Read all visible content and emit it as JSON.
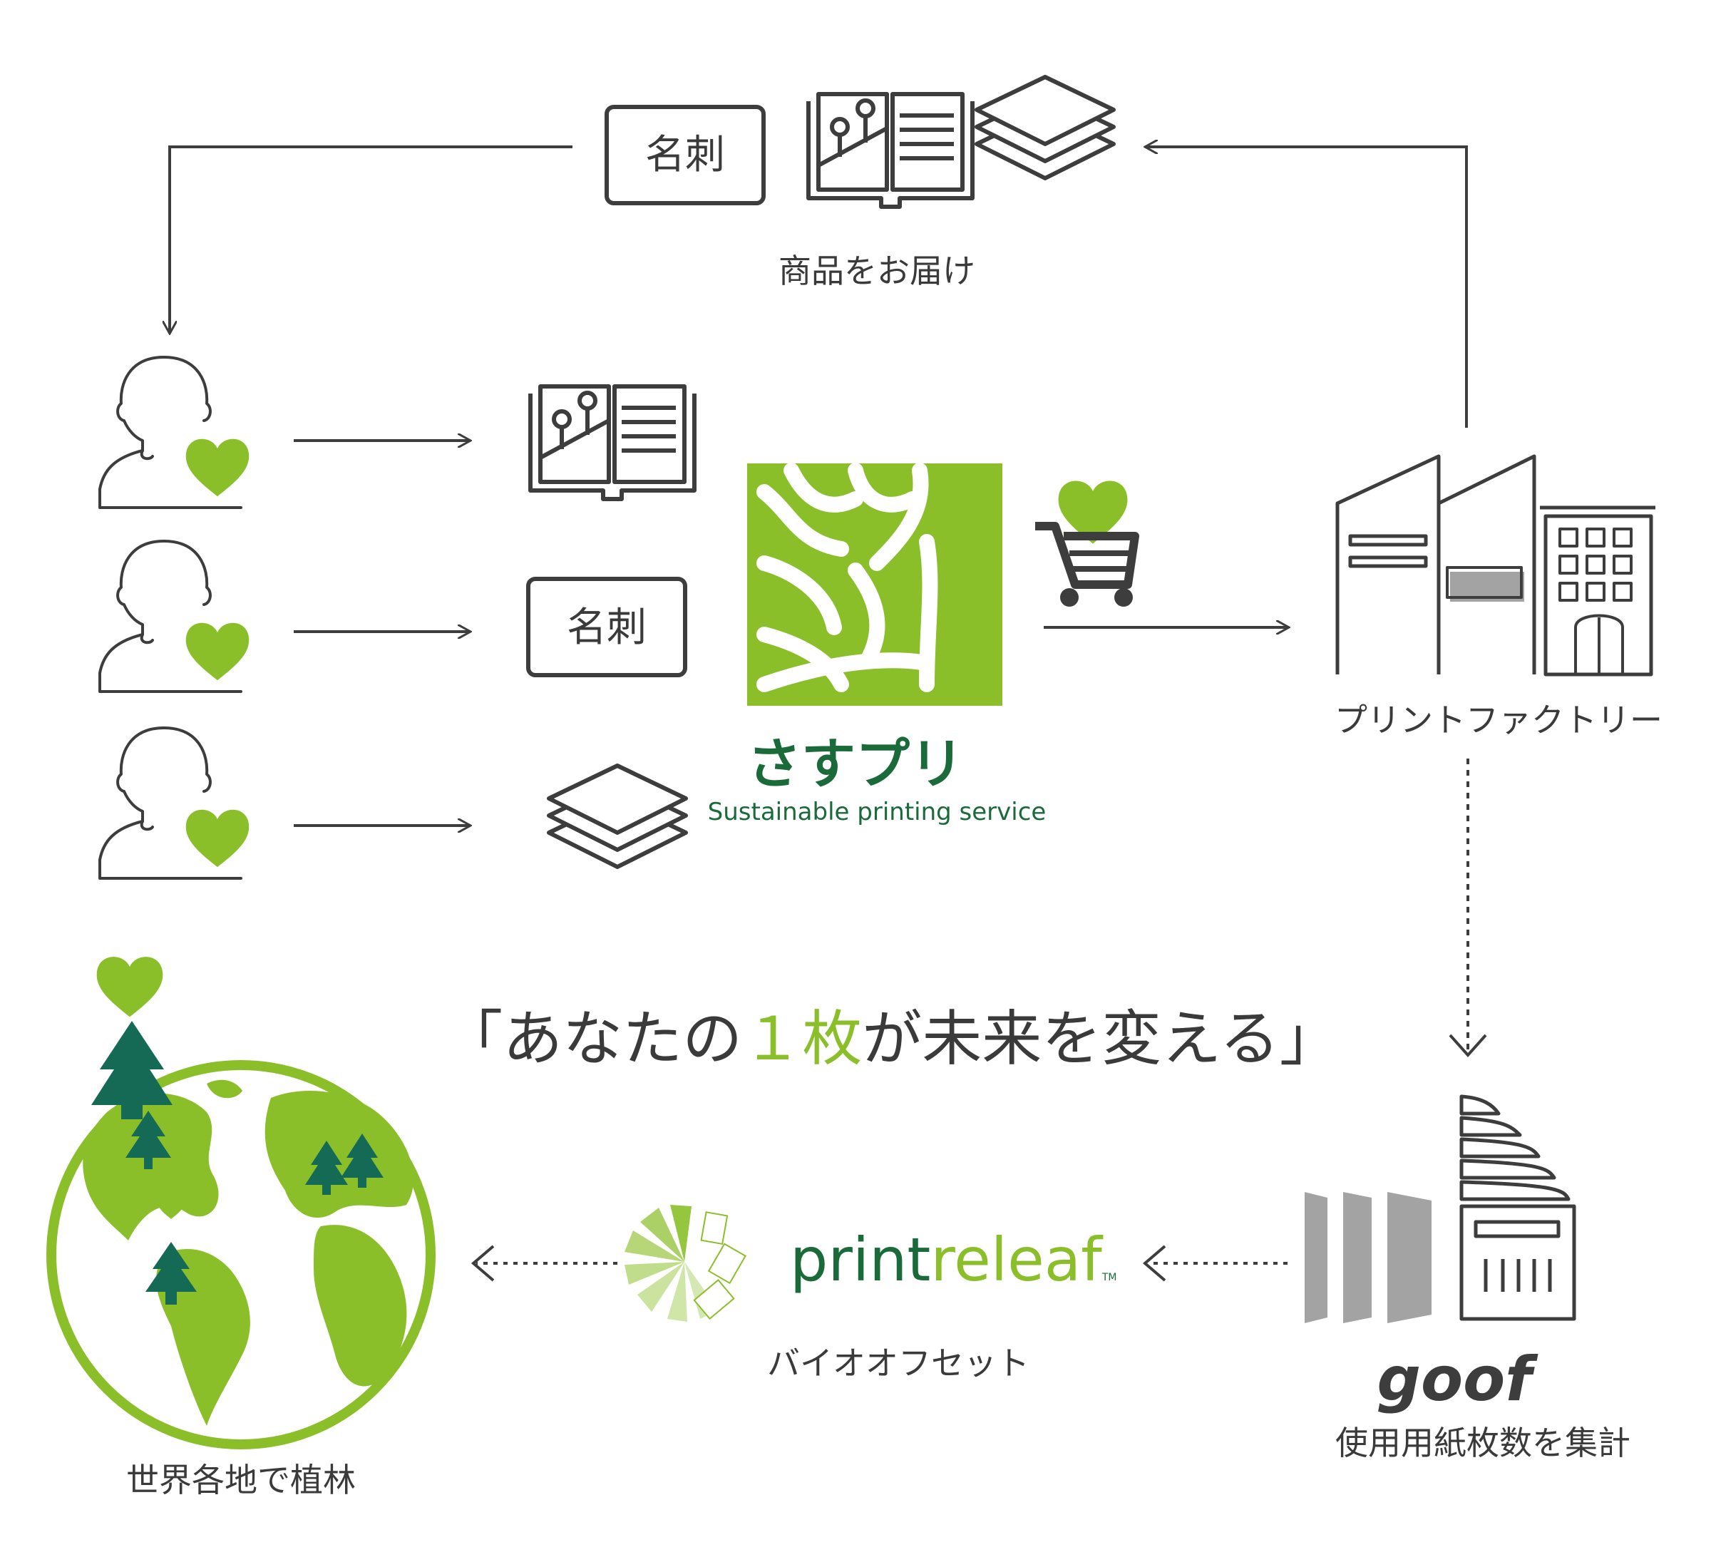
{
  "colors": {
    "line": "#3d3d3d",
    "green": "#8bbf2a",
    "dark_green": "#1b6b3a",
    "tree_green": "#156a56",
    "gray": "#a3a3a3",
    "text": "#3a3a3a"
  },
  "delivery": {
    "card_label": "名刺",
    "caption": "商品をお届け",
    "icons": [
      "business-card-icon",
      "catalog-book-icon",
      "paper-stack-icon"
    ]
  },
  "customers": [
    {
      "icon": "customer-heart-icon",
      "product": "catalog-book-icon"
    },
    {
      "icon": "customer-heart-icon",
      "product": "business-card-icon",
      "product_label": "名刺"
    },
    {
      "icon": "customer-heart-icon",
      "product": "paper-stack-icon"
    }
  ],
  "brand": {
    "name": "さすプリ",
    "tagline": "Sustainable printing service",
    "icon": "sasupuri-logo-icon"
  },
  "cart": {
    "icon": "shopping-cart-heart-icon"
  },
  "factory": {
    "caption": "プリントファクトリー",
    "icon": "factory-building-icon"
  },
  "slogan": {
    "open": "「",
    "before": "あなたの",
    "highlight": "１枚",
    "after": "が未来を変える",
    "close": "」"
  },
  "goof": {
    "logo": "goof",
    "caption": "使用用紙枚数を集計",
    "icon": "goof-building-icon"
  },
  "printreleaf": {
    "part1": "print",
    "part2": "releaf",
    "tm": "TM",
    "caption": "バイオオフセット",
    "icon": "printreleaf-leaf-icon"
  },
  "earth": {
    "caption": "世界各地で植林",
    "icon": "earth-trees-icon"
  }
}
